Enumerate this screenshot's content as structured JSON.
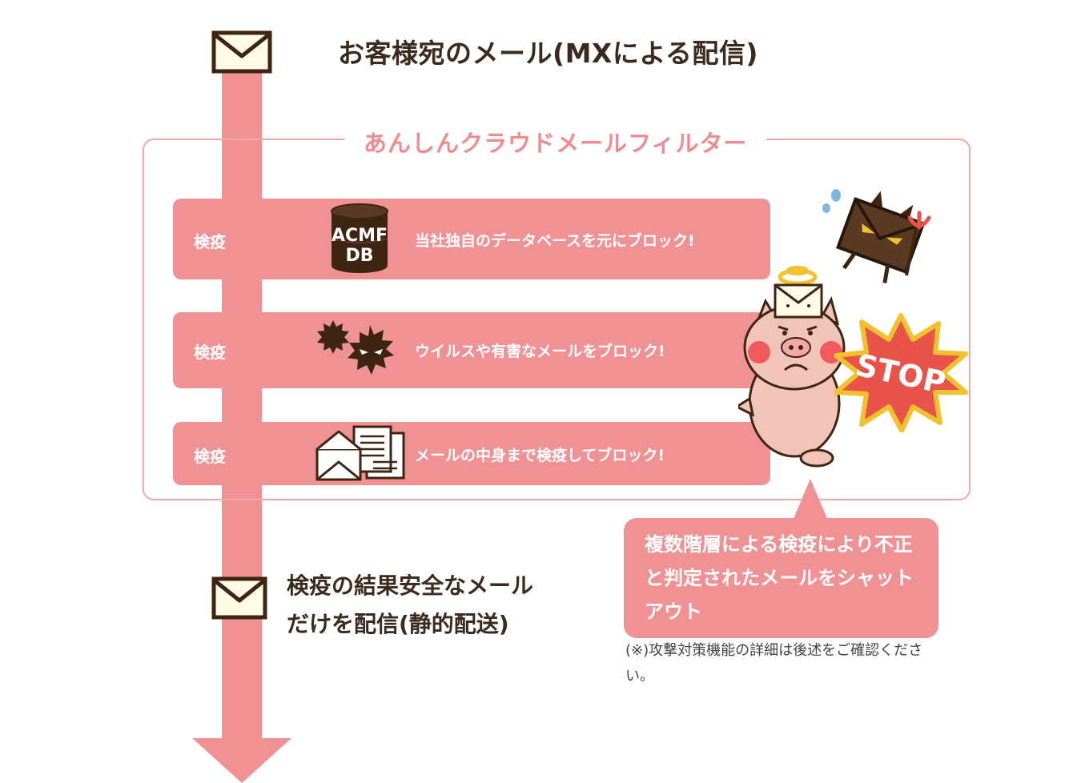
{
  "title": "お客様宛のメール(MXによる配信)",
  "filter": {
    "title": "あんしんクラウドメールフィルター",
    "rows": [
      {
        "label": "検疫",
        "text": "当社独自のデータベースを元にブロック!",
        "icon": "database-icon",
        "db_label_top": "ACMF",
        "db_label_bottom": "DB"
      },
      {
        "label": "検疫",
        "text": "ウイルスや有害なメールをブロック!",
        "icon": "virus-icon"
      },
      {
        "label": "検疫",
        "text": "メールの中身まで検疫してブロック!",
        "icon": "mail-document-icon"
      }
    ]
  },
  "result": {
    "line1": "検疫の結果安全なメール",
    "line2": "だけを配信(静的配送)"
  },
  "callout": {
    "text": "複数階層による検疫により不正と判定されたメールをシャットアウト"
  },
  "stop_sign": {
    "text": "STOP"
  },
  "note": "(※)攻撃対策機能の詳細は後述をご確認ください。",
  "colors": {
    "accent": "#f09294",
    "filter_border": "#f2a7a8",
    "filter_title": "#ef8c8f",
    "text_dark": "#3b2a1e",
    "icon_brown": "#3e2512",
    "stop_red": "#e8534a",
    "stop_yellow": "#f2c12e"
  }
}
